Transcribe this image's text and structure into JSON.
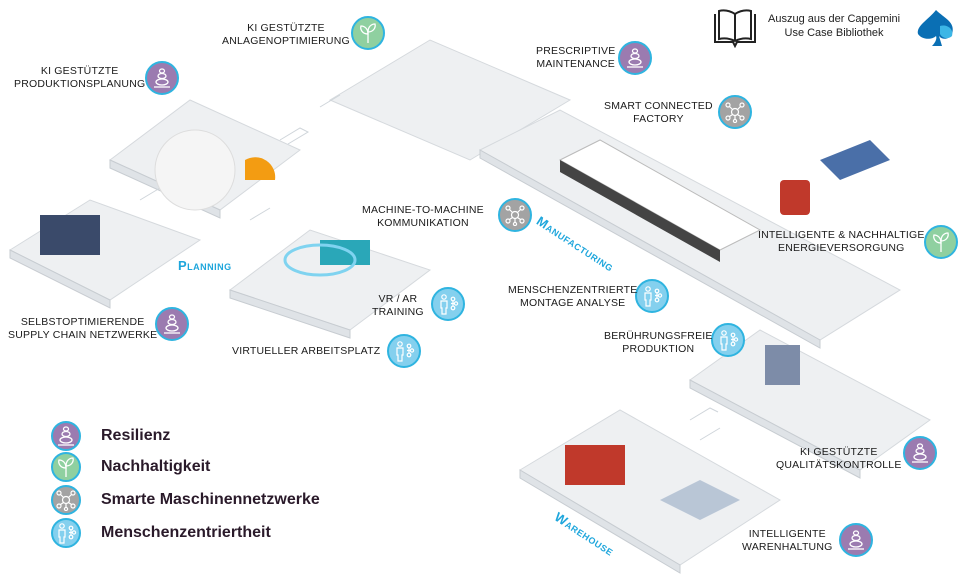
{
  "header": {
    "line1": "Auszug  aus der Capgemini",
    "line2": "Use Case Bibliothek",
    "book_icon": "open-book-icon",
    "logo_icon": "capgemini-spade-logo"
  },
  "colors": {
    "resilience": "#9b7bb0",
    "sustainability": "#8fd0a0",
    "networks": "#a3a3a3",
    "human": "#84d0ee",
    "border": "#2fb4e0",
    "section": "#1ea6dc"
  },
  "sections": {
    "planning": "Planning",
    "manufacturing": "Manufacturing",
    "warehouse": "Warehouse"
  },
  "use_cases": [
    {
      "line1": "KI GESTÜTZTE",
      "line2": "ANLAGENOPTIMIERUNG",
      "category": "sustainability"
    },
    {
      "line1": "KI GESTÜTZTE",
      "line2": "PRODUKTIONSPLANUNG",
      "category": "resilience"
    },
    {
      "line1": "PRESCRIPTIVE",
      "line2": "MAINTENANCE",
      "category": "resilience"
    },
    {
      "line1": "SMART CONNECTED",
      "line2": "FACTORY",
      "category": "networks"
    },
    {
      "line1": "MACHINE-TO-MACHINE",
      "line2": "KOMMUNIKATION",
      "category": "networks"
    },
    {
      "line1": "INTELLIGENTE & NACHHALTIGE",
      "line2": "ENERGIEVERSORGUNG",
      "category": "sustainability"
    },
    {
      "line1": "MENSCHENZENTRIERTE",
      "line2": "MONTAGE ANALYSE",
      "category": "human"
    },
    {
      "line1": "BERÜHRUNGSFREIE",
      "line2": "PRODUKTION",
      "category": "human"
    },
    {
      "line1": "VR / AR",
      "line2": "TRAINING",
      "category": "human"
    },
    {
      "line1": "VIRTUELLER ARBEITSPLATZ",
      "line2": "",
      "category": "human"
    },
    {
      "line1": "SELBSTOPTIMIERENDE",
      "line2": "SUPPLY CHAIN NETZWERKE",
      "category": "resilience"
    },
    {
      "line1": "KI GESTÜTZTE",
      "line2": "QUALITÄTSKONTROLLE",
      "category": "resilience"
    },
    {
      "line1": "INTELLIGENTE",
      "line2": "WARENHALTUNG",
      "category": "resilience"
    }
  ],
  "legend": [
    {
      "label": "Resilienz",
      "category": "resilience",
      "icon": "stacked-stones-icon"
    },
    {
      "label": "Nachhaltigkeit",
      "category": "sustainability",
      "icon": "plant-icon"
    },
    {
      "label": "Smarte Maschinennetzwerke",
      "category": "networks",
      "icon": "network-icon"
    },
    {
      "label": "Menschenzentriertheit",
      "category": "human",
      "icon": "person-network-icon"
    }
  ]
}
